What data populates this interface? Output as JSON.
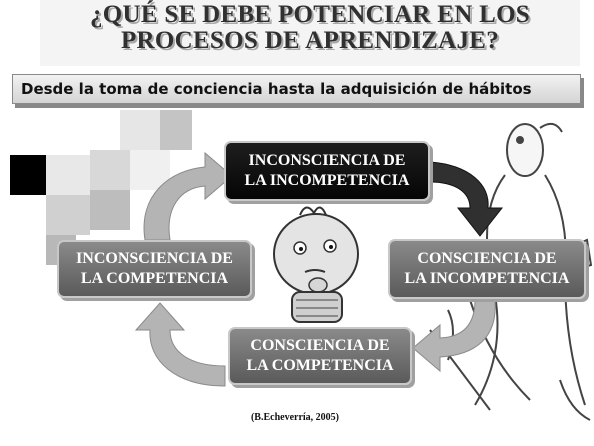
{
  "slide": {
    "title_line1": "¿QUÉ SE DEBE POTENCIAR EN LOS",
    "title_line2": "PROCESOS DE APRENDIZAJE?",
    "subtitle": "Desde la toma de conciencia hasta la adquisición de hábitos",
    "citation": "(B.Echeverría, 2005)"
  },
  "cycle": {
    "top": {
      "line1": "INCONSCIENCIA DE",
      "line2": "LA INCOMPETENCIA"
    },
    "right": {
      "line1": "CONSCIENCIA DE",
      "line2": "LA INCOMPETENCIA"
    },
    "bottom": {
      "line1": "CONSCIENCIA DE",
      "line2": "LA COMPETENCIA"
    },
    "left": {
      "line1": "INCONSCIENCIA DE",
      "line2": "LA COMPETENCIA"
    }
  },
  "colors": {
    "dark_node": "#0a0a0a",
    "grey_node": "#6e6e6e",
    "arrow_dark": "#303030",
    "arrow_grey": "#b4b4b4"
  }
}
